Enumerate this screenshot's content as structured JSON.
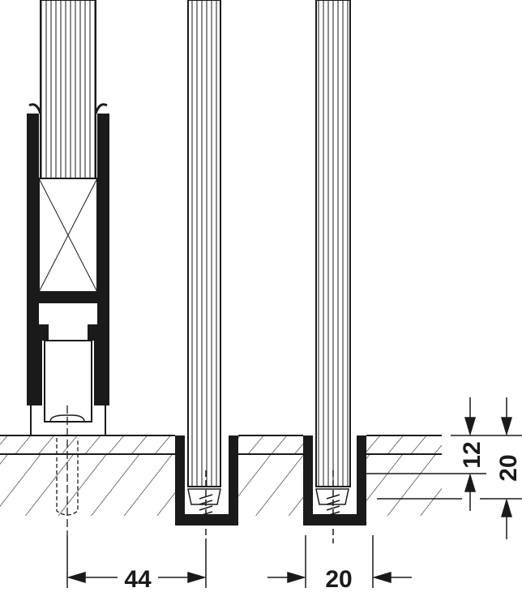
{
  "diagram": {
    "colors": {
      "line": "#1a1a1a",
      "background": "#ffffff"
    },
    "dimensions": {
      "spacing_horizontal": "44",
      "channel_width": "20",
      "channel_depth_upper": "12",
      "channel_depth_total": "20"
    }
  }
}
